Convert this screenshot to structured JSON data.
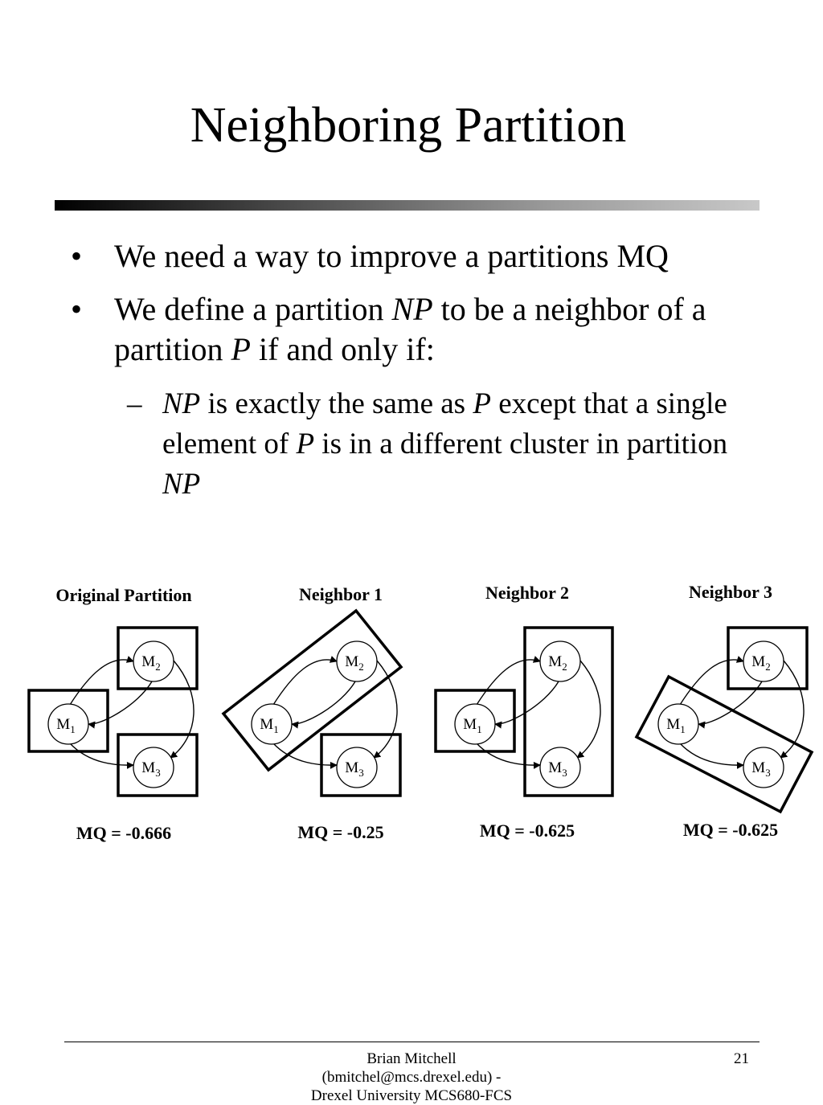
{
  "slide": {
    "title": "Neighboring Partition",
    "bullets": [
      {
        "parts": [
          "We need a way to improve a partitions MQ"
        ]
      },
      {
        "parts": [
          "We define a partition ",
          "NP",
          " to be a neighbor of a partition ",
          "P",
          " if and only if:"
        ]
      }
    ],
    "sub_bullet": {
      "parts": [
        "NP",
        " is exactly the same as ",
        "P",
        " except that a single element of ",
        "P",
        " is in a different cluster in partition ",
        "NP"
      ]
    },
    "bullet_char": "•",
    "dash_char": "–"
  },
  "diagrams": [
    {
      "label": "Original Partition",
      "mq": "MQ = -0.666"
    },
    {
      "label": "Neighbor 1",
      "mq": "MQ = -0.25"
    },
    {
      "label": "Neighbor 2",
      "mq": "MQ = -0.625"
    },
    {
      "label": "Neighbor 3",
      "mq": "MQ = -0.625"
    }
  ],
  "modules": [
    {
      "name": "M",
      "sub": "1"
    },
    {
      "name": "M",
      "sub": "2"
    },
    {
      "name": "M",
      "sub": "3"
    }
  ],
  "footer": {
    "line1": "Brian Mitchell",
    "line2": "(bmitchel@mcs.drexel.edu) -",
    "line3": "Drexel University MCS680-FCS",
    "page": "21"
  }
}
